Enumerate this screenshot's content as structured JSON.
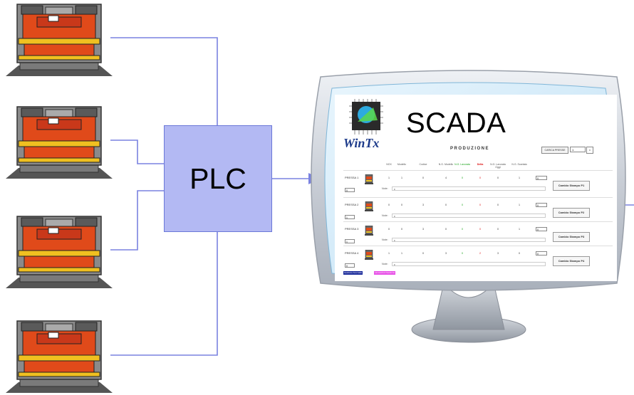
{
  "plc": {
    "label": "PLC"
  },
  "scada": {
    "title": "SCADA",
    "logo_text": "WinTx",
    "production_title": "PRODUZIONE",
    "carica_label": "CARICA PRESSE",
    "carica_value": "1",
    "carica_select": "v",
    "headers": [
      {
        "key": "nox",
        "label": "NOX"
      },
      {
        "key": "modello",
        "label": "Modello"
      },
      {
        "key": "codice",
        "label": "Codice"
      },
      {
        "key": "modello_q",
        "label": "N.G. Modello"
      },
      {
        "key": "lavorata",
        "label": "N.G. Lavorata"
      },
      {
        "key": "delta",
        "label": "Delta"
      },
      {
        "key": "lavorata_oggi",
        "label": "N.G. Lavorata Oggi"
      },
      {
        "key": "scartata",
        "label": "N.G. Scartata"
      }
    ],
    "rows": [
      {
        "name": "PRESSA 1",
        "values": [
          "1",
          "1",
          "0",
          "4",
          "0",
          "0",
          "0",
          "1"
        ],
        "input": "0",
        "small": "0",
        "note_label": "Note:",
        "note": "c",
        "cambio": "Cambio Stampo P1"
      },
      {
        "name": "PRESSA 2",
        "values": [
          "0",
          "0",
          "3",
          "0",
          "0",
          "0",
          "0",
          "1"
        ],
        "input": "0",
        "small": "1",
        "note_label": "Note:",
        "note": "c",
        "cambio": "Cambio Stampo P2"
      },
      {
        "name": "PRESSA 3",
        "values": [
          "0",
          "0",
          "3",
          "0",
          "0",
          "0",
          "0",
          "1"
        ],
        "input": "0",
        "small": "1",
        "note_label": "Note:",
        "note": "c",
        "cambio": "Cambio Stampo P3"
      },
      {
        "name": "PRESSA 4",
        "values": [
          "1",
          "1",
          "0",
          "3",
          "0",
          "2",
          "3",
          "0"
        ],
        "input": "0",
        "small": "0",
        "note_label": "Note:",
        "note": "c",
        "cambio": "Cambio Stampo P4"
      }
    ],
    "footer": [
      "Gestione Anomalie",
      "Lavorazioni Gestione"
    ]
  },
  "colors": {
    "plc_fill": "#b3b9f3",
    "connector": "#7a82e0",
    "press_red": "#e04a1a",
    "press_yellow": "#f0c020",
    "monitor_frame": "#c9ced6",
    "monitor_screen_glass": "#d6ecf9"
  },
  "presses": [
    {
      "name": "press-1"
    },
    {
      "name": "press-2"
    },
    {
      "name": "press-3"
    },
    {
      "name": "press-4"
    }
  ]
}
